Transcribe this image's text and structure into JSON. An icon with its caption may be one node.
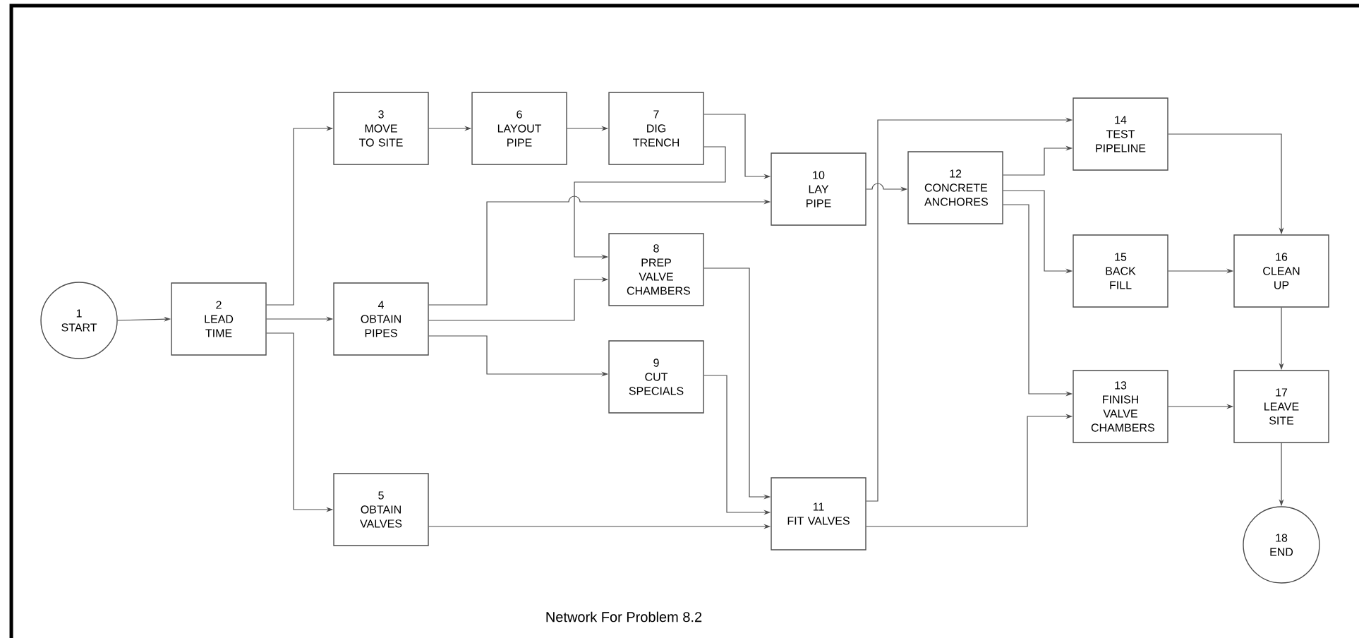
{
  "diagram": {
    "caption": "Network For Problem 8.2",
    "nodes": [
      {
        "text": [
          "1",
          "START"
        ]
      },
      {
        "text": [
          "2",
          "LEAD TIME"
        ]
      },
      {
        "text": [
          "3",
          "MOVE TO SITE"
        ]
      },
      {
        "text": [
          "4",
          "OBTAIN PIPES"
        ]
      },
      {
        "text": [
          "5",
          "OBTAIN VALVES"
        ]
      },
      {
        "text": [
          "6",
          "LAYOUT PIPE"
        ]
      },
      {
        "text": [
          "7",
          "DIG TRENCH"
        ]
      },
      {
        "text": [
          "8",
          "PREP VALVE CHAMBERS"
        ]
      },
      {
        "text": [
          "9",
          "CUT SPECIALS"
        ]
      },
      {
        "text": [
          "10",
          "LAY PIPE"
        ]
      },
      {
        "text": [
          "11",
          "FIT VALVES"
        ]
      },
      {
        "text": [
          "12",
          "CONCRETE ANCHORES"
        ]
      },
      {
        "text": [
          "13",
          "FINISH VALVE CHAMBERS"
        ]
      },
      {
        "text": [
          "14",
          "TEST PIPELINE"
        ]
      },
      {
        "text": [
          "15",
          "BACK FILL"
        ]
      },
      {
        "text": [
          "16",
          "CLEAN UP"
        ]
      },
      {
        "text": [
          "17",
          "LEAVE SITE"
        ]
      },
      {
        "text": [
          "18",
          "END"
        ]
      }
    ],
    "edges": [
      {
        "from": 0,
        "to": 1,
        "arrow": "to"
      },
      {
        "from": 1,
        "to": 2,
        "arrow": "to"
      },
      {
        "from": 1,
        "to": 3,
        "arrow": "to"
      },
      {
        "from": 1,
        "to": 4,
        "arrow": "to"
      },
      {
        "from": 2,
        "to": 5,
        "arrow": "to"
      },
      {
        "from": 5,
        "to": 6,
        "arrow": "to"
      },
      {
        "from": 6,
        "to": 9,
        "arrow": "to"
      },
      {
        "from": 6,
        "to": 7,
        "arrow": "to"
      },
      {
        "from": 3,
        "to": 9,
        "arrow": "to"
      },
      {
        "from": 3,
        "to": 7,
        "arrow": "to"
      },
      {
        "from": 3,
        "to": 8,
        "arrow": "to"
      },
      {
        "from": 7,
        "to": 10,
        "arrow": "to"
      },
      {
        "from": 8,
        "to": 10,
        "arrow": "to"
      },
      {
        "from": 4,
        "to": 10,
        "arrow": "to"
      },
      {
        "from": 9,
        "to": 11,
        "arrow": "to"
      },
      {
        "from": 10,
        "to": 13,
        "arrow": "to"
      },
      {
        "from": 10,
        "to": 12,
        "arrow": "to"
      },
      {
        "from": 11,
        "to": 13,
        "arrow": "to"
      },
      {
        "from": 11,
        "to": 14,
        "arrow": "to"
      },
      {
        "from": 11,
        "to": 12,
        "arrow": "to"
      },
      {
        "from": 13,
        "to": 15,
        "arrow": "to"
      },
      {
        "from": 14,
        "to": 15,
        "arrow": "to"
      },
      {
        "from": 15,
        "to": 16,
        "arrow": "to"
      },
      {
        "from": 12,
        "to": 16,
        "arrow": "to"
      },
      {
        "from": 16,
        "to": 17,
        "arrow": "to"
      }
    ]
  }
}
